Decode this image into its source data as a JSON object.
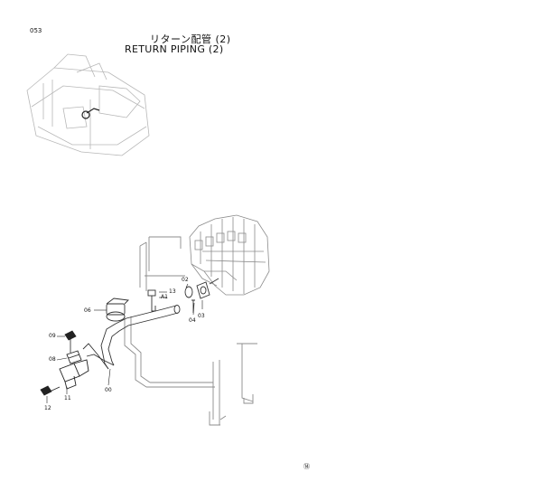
{
  "header": {
    "page_number": "053",
    "title_jp": "リターン配管 (2)",
    "title_en": "RETURN PIPING (2)"
  },
  "callouts": {
    "c_13": "13",
    "c_a1": "A1",
    "c_02": "02",
    "c_03": "03",
    "c_04": "04",
    "c_06": "06",
    "c_09": "09",
    "c_08": "08",
    "c_11": "11",
    "c_00": "00",
    "c_12": "12"
  },
  "footer": {
    "mark": "⑭"
  }
}
